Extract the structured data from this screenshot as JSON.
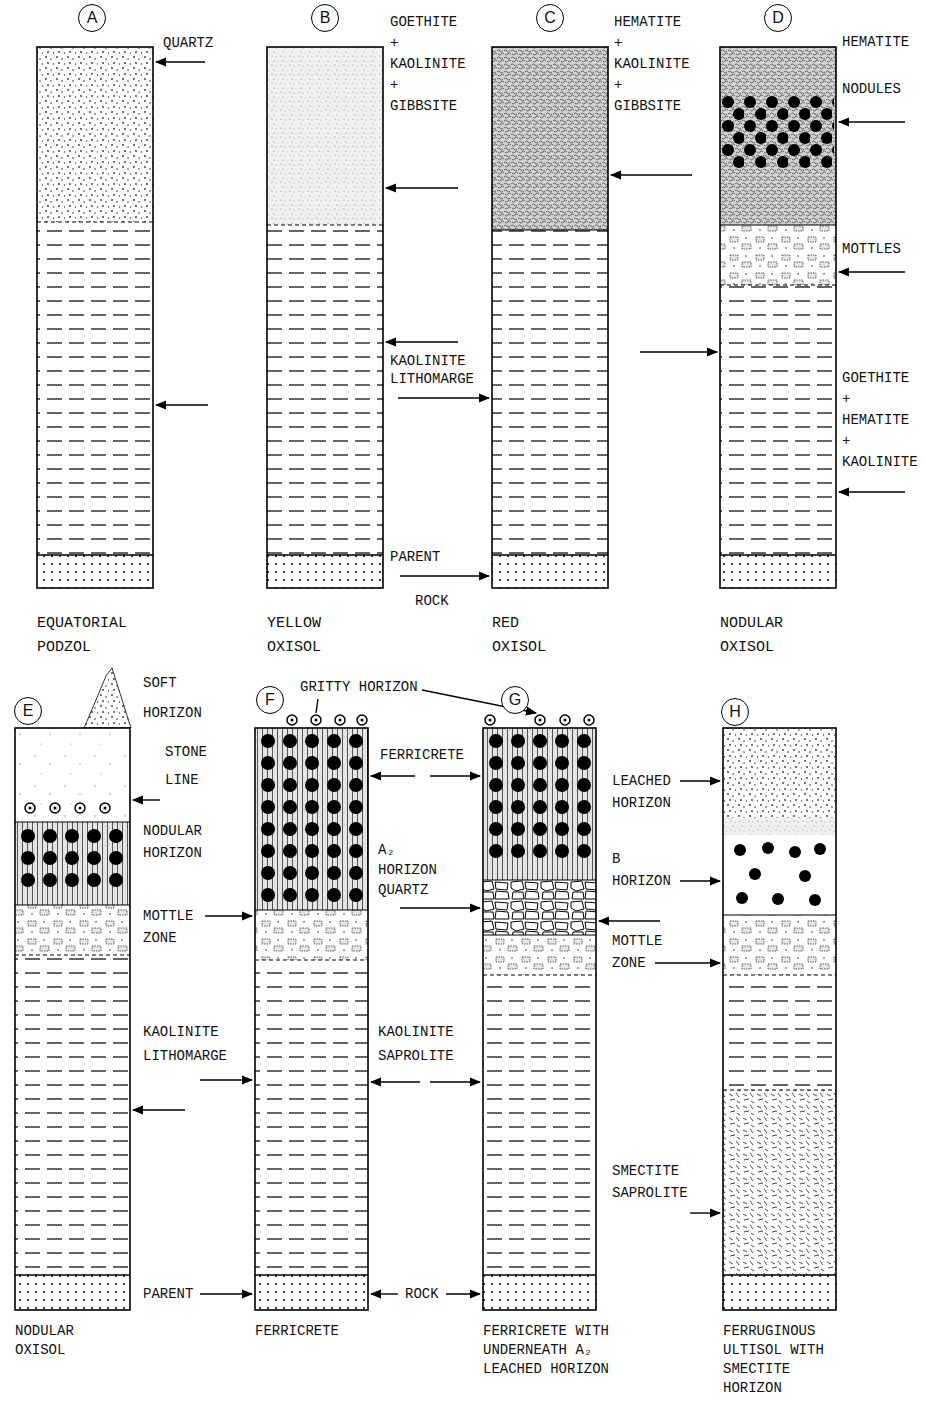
{
  "diagram": {
    "nodes": [
      {
        "text": [
          "A"
        ]
      },
      {
        "text": [
          "B"
        ]
      },
      {
        "text": [
          "C"
        ]
      },
      {
        "text": [
          "D"
        ]
      },
      {
        "text": [
          "E"
        ]
      },
      {
        "text": [
          "F"
        ]
      },
      {
        "text": [
          "G"
        ]
      },
      {
        "text": [
          "H"
        ]
      }
    ],
    "labels": [
      "QUARTZ",
      "GOETHITE + KAOLINITE + GIBBSITE",
      "KAOLINITE LITHOMARGE",
      "PARENT",
      "ROCK",
      "HEMATITE + KAOLINITE + GIBBSITE",
      "HEMATITE",
      "NODULES",
      "MOTTLES",
      "GOETHITE + HEMATITE + KAOLINITE",
      "EQUATORIAL PODZOL",
      "YELLOW OXISOL",
      "RED OXISOL",
      "NODULAR OXISOL",
      "SOFT HORIZON",
      "STONE LINE",
      "NODULAR HORIZON",
      "MOTTLE ZONE",
      "KAOLINITE LITHOMARGE",
      "PARENT",
      "GRITTY HORIZON",
      "FERRICRETE",
      "A₂ HORIZON QUARTZ",
      "KAOLINITE SAPROLITE",
      "ROCK",
      "LEACHED HORIZON",
      "B HORIZON",
      "MOTTLE ZONE",
      "SMECTITE SAPROLITE",
      "NODULAR OXISOL",
      "FERRICRETE",
      "FERRICRETE WITH UNDERNEATH A₂ LEACHED HORIZON",
      "FERRUGINOUS ULTISOL WITH SMECTITE HORIZON"
    ]
  }
}
